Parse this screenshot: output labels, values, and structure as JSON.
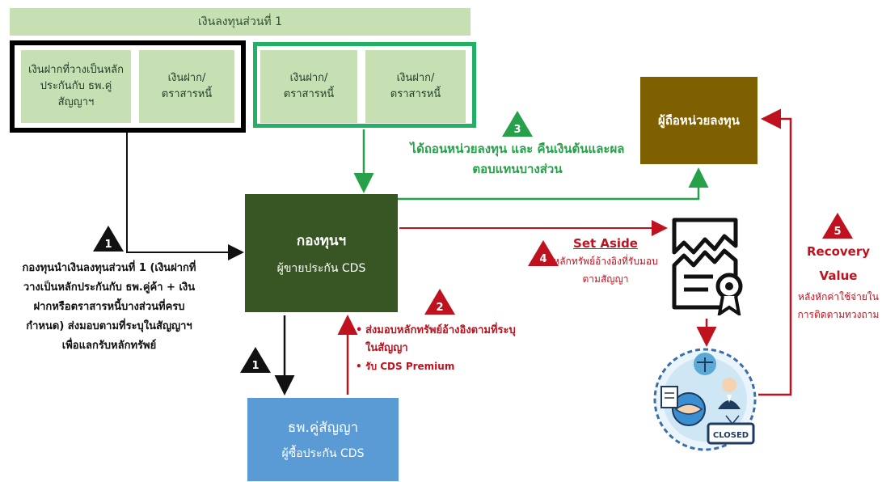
{
  "header": {
    "label": "เงินลงทุนส่วนที่ 1"
  },
  "boxes": {
    "collateral_deposit": "เงินฝากที่วางเป็นหลักประกันกับ ธพ.คู่สัญญาฯ",
    "deposit_bond_1": "เงินฝาก/ ตราสารหนี้",
    "deposit_bond_2": "เงินฝาก/ ตราสารหนี้",
    "deposit_bond_3": "เงินฝาก/ ตราสารหนี้"
  },
  "fund": {
    "title": "กองทุนฯ",
    "subtitle": "ผู้ขายประกัน CDS"
  },
  "bank": {
    "title": "ธพ.คู่สัญญา",
    "subtitle": "ผู้ซื้อประกัน CDS"
  },
  "holder": {
    "label": "ผู้ถือหน่วยลงทุน"
  },
  "steps": {
    "s1_text": "กองทุนนำเงินลงทุนส่วนที่ 1 (เงินฝากที่วางเป็นหลักประกันกับ ธพ.คู่ค้า + เงินฝากหรือตราสารหนี้บางส่วนที่ครบกำหนด) ส่งมอบตามที่ระบุในสัญญาฯ เพื่อแลกรับหลักทรัพย์",
    "s2_items": [
      "ส่งมอบหลักทรัพย์อ้างอิงตามที่ระบุในสัญญา",
      "รับ CDS Premium"
    ],
    "s3_text": "ได้ถอนหน่วยลงทุน และ คืนเงินต้นและผลตอบแทนบางส่วน",
    "s4_title": "Set Aside",
    "s4_text": "หลักทรัพย์อ้างอิงที่รับมอบตามสัญญา",
    "s5_title": "Recovery Value",
    "s5_text": "หลังหักค่าใช้จ่ายในการติดตามทวงถาม"
  },
  "badges": {
    "b1": "1",
    "b1b": "1",
    "b2": "2",
    "b3": "3",
    "b4": "4",
    "b5": "5"
  },
  "illustration": {
    "closed_sign": "CLOSED"
  },
  "colors": {
    "black": "#111111",
    "green": "#27a04a",
    "red": "#c0121e",
    "fund": "#375623",
    "bank": "#5b9bd5",
    "holder": "#7f6000"
  }
}
